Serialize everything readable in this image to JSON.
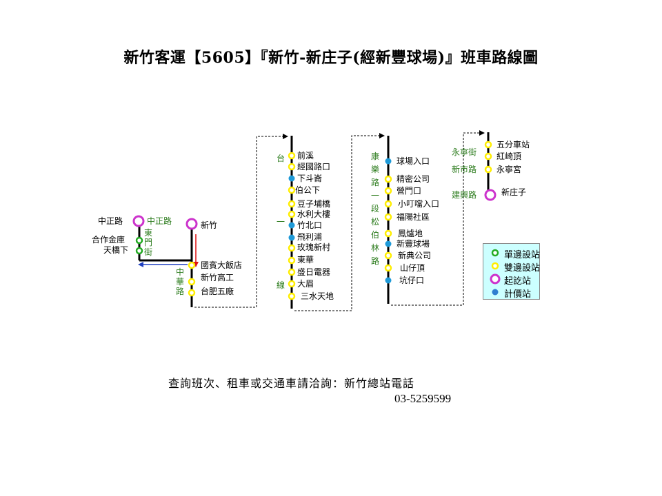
{
  "title": "新竹客運【5605】『新竹-新庄子(經新豐球場)』班車路線圖",
  "segment1": {
    "top_labels": [
      "中正路",
      "新竹"
    ],
    "road_zhongzheng": "中正路",
    "road_dongmen": "東門街",
    "road_zhonghua": "中華路",
    "left_labels": [
      "合作金庫",
      "天橋下"
    ],
    "stops": [
      "國賓大飯店",
      "新竹高工",
      "台肥五廠"
    ]
  },
  "segment2": {
    "road": "台一線",
    "stops": [
      "前溪",
      "經國路口",
      "下斗崙",
      "伯公下",
      "豆子埔橋",
      "水利大樓",
      "竹北口",
      "飛利浦",
      "玫瑰新村",
      "東華",
      "盛日電器",
      "大眉",
      "三水天地"
    ]
  },
  "segment3": {
    "road": "康樂路一段松伯林路",
    "stops": [
      "球場入口",
      "精密公司",
      "營門口",
      "小叮噹入口",
      "福陽社區",
      "鳳爐地",
      "新豐球場",
      "新典公司",
      "山仔頂",
      "坑仔口"
    ]
  },
  "segment4": {
    "roads": [
      "永寧街",
      "新市路",
      "建興路"
    ],
    "stops": [
      "五分車站",
      "紅崎頂",
      "永寧宮",
      "新庄子"
    ]
  },
  "legend": [
    {
      "label": "單邊設站",
      "color": "#22aa22",
      "kind": "single"
    },
    {
      "label": "雙邊設站",
      "color": "#ffee00",
      "kind": "double"
    },
    {
      "label": "起訖站",
      "color": "#cc33cc",
      "kind": "terminal"
    },
    {
      "label": "計價站",
      "color": "#2f7fd0",
      "kind": "fare"
    }
  ],
  "footer": {
    "line1": "查詢班次、租車或交通車請洽詢：新竹總站電話",
    "line2": "03-5259599"
  }
}
